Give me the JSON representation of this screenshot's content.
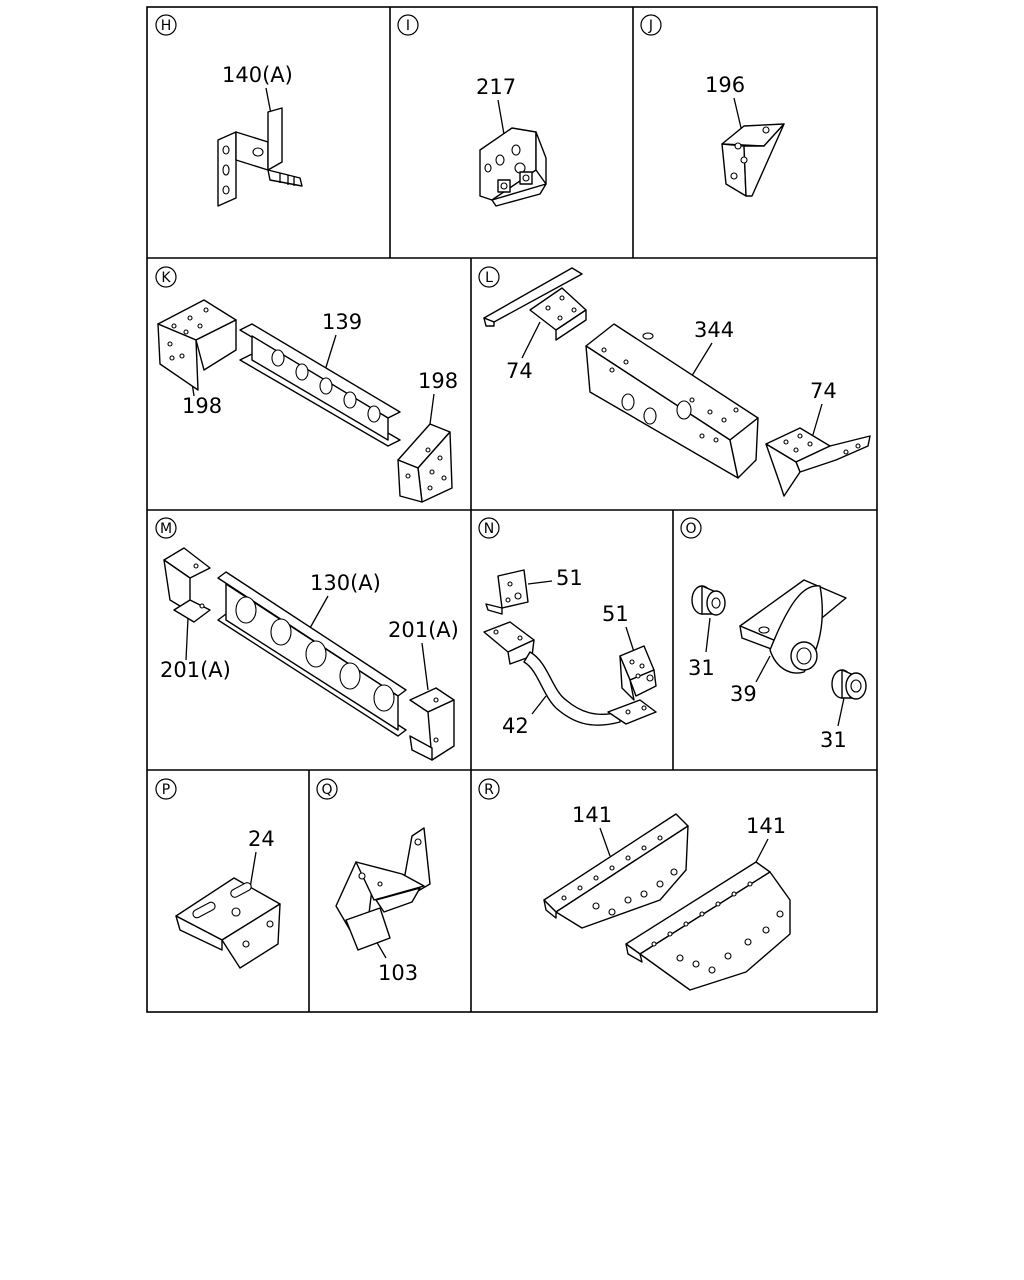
{
  "sections": {
    "H": {
      "letter": "H",
      "label": "140(A)"
    },
    "I": {
      "letter": "I",
      "label": "217"
    },
    "J": {
      "letter": "J",
      "label": "196"
    },
    "K": {
      "letter": "K",
      "labels": [
        "139",
        "198",
        "198"
      ]
    },
    "L": {
      "letter": "L",
      "labels": [
        "344",
        "74",
        "74"
      ]
    },
    "M": {
      "letter": "M",
      "labels": [
        "130(A)",
        "201(A)",
        "201(A)"
      ]
    },
    "N": {
      "letter": "N",
      "labels": [
        "51",
        "51",
        "42"
      ]
    },
    "O": {
      "letter": "O",
      "labels": [
        "31",
        "39",
        "31"
      ]
    },
    "P": {
      "letter": "P",
      "label": "24"
    },
    "Q": {
      "letter": "Q",
      "label": "103"
    },
    "R": {
      "letter": "R",
      "labels": [
        "141",
        "141"
      ]
    }
  }
}
